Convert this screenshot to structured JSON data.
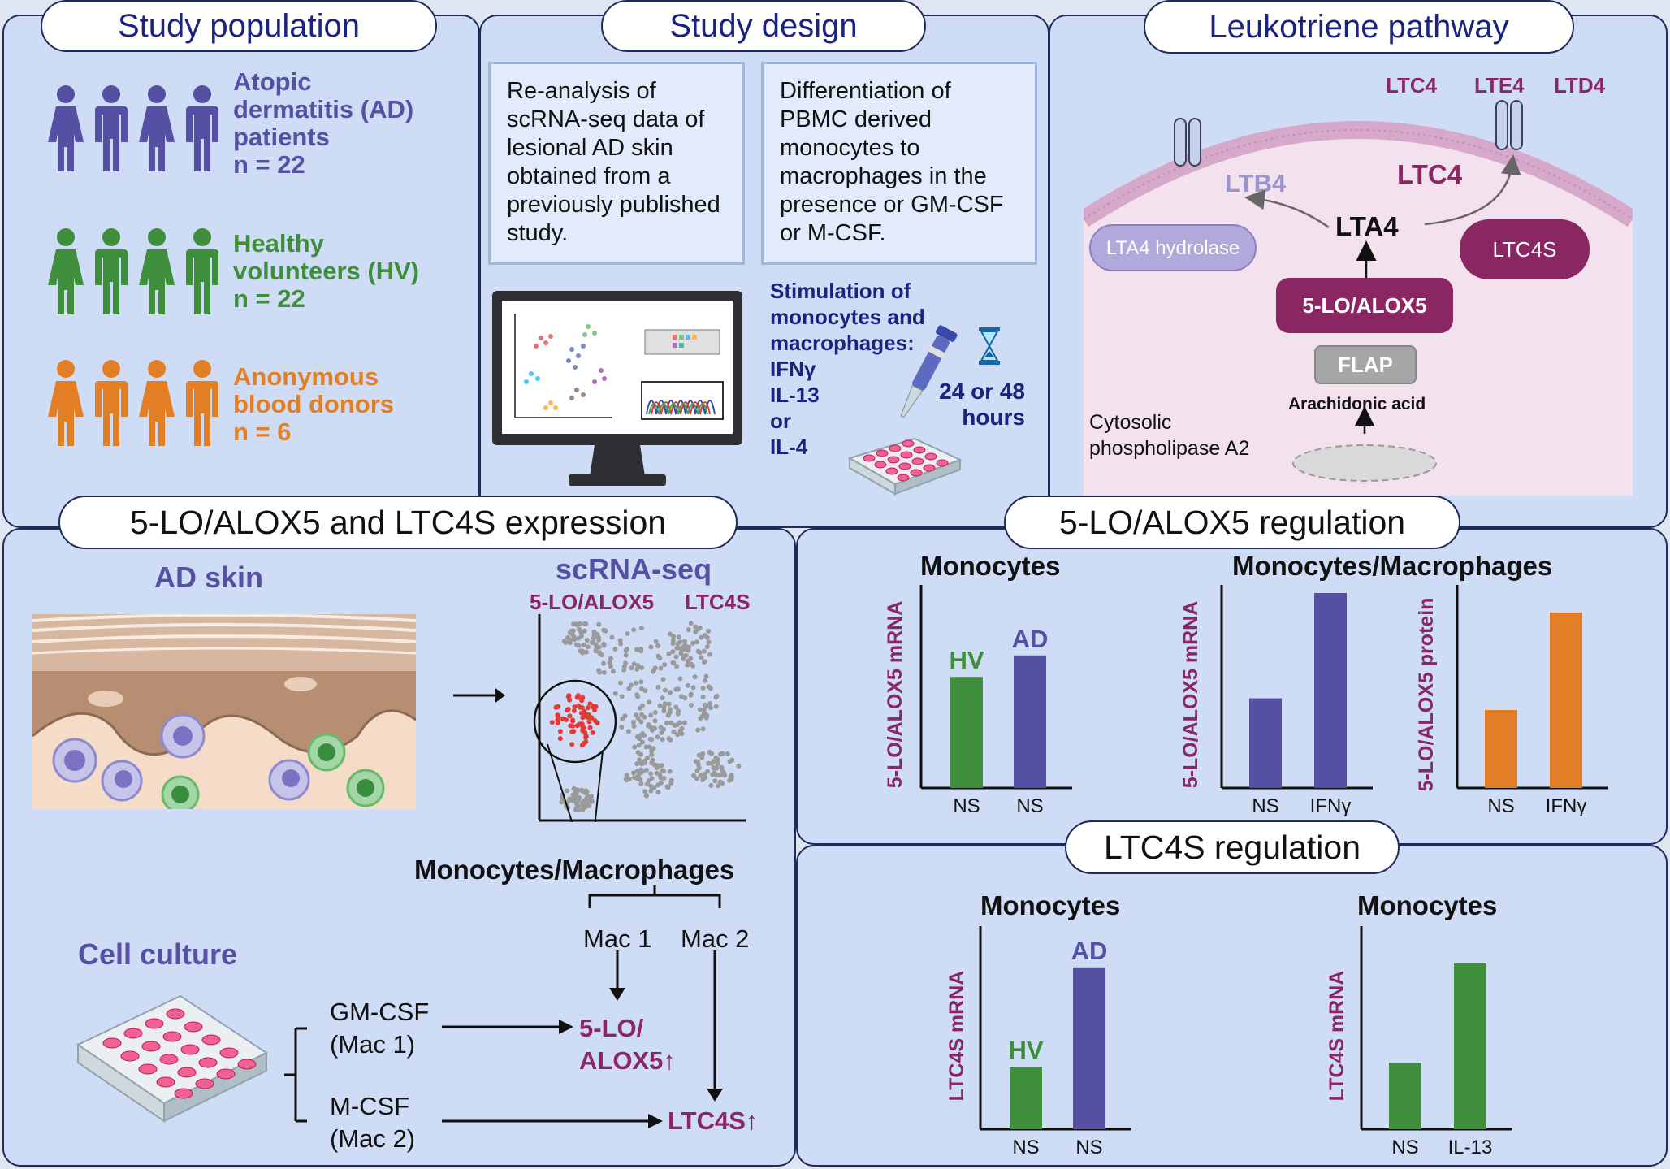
{
  "colors": {
    "ad_purple": "#5550a4",
    "hv_green": "#3e8e3b",
    "donor_orange": "#e27f24",
    "ltc_magenta": "#8a2763",
    "navy": "#1a237e"
  },
  "study_population": {
    "title": "Study population",
    "groups": [
      {
        "label_lines": [
          "Atopic",
          "dermatitis (AD)",
          "patients"
        ],
        "n": "n = 22"
      },
      {
        "label_lines": [
          "Healthy",
          "volunteers (HV)"
        ],
        "n": "n = 22"
      },
      {
        "label_lines": [
          "Anonymous",
          "blood donors"
        ],
        "n": "n = 6"
      }
    ]
  },
  "study_design": {
    "title": "Study design",
    "box1": "Re-analysis of scRNA-seq data of lesional AD skin obtained from a previously published study.",
    "box2": "Differentiation of PBMC derived monocytes to macrophages in the presence or GM-CSF or M-CSF.",
    "stim_lines": [
      "Stimulation of",
      "monocytes and",
      "macrophages:",
      "IFNγ",
      "IL-13",
      "or",
      "IL-4"
    ],
    "hours_lines": [
      "24 or 48",
      "hours"
    ]
  },
  "pathway": {
    "title": "Leukotriene pathway",
    "ltc4_top": "LTC4",
    "lte4": "LTE4",
    "ltd4": "LTD4",
    "ltb4": "LTB4",
    "ltc4": "LTC4",
    "lta4": "LTA4",
    "lta4_hydrolase": "LTA4 hydrolase",
    "ltc4s": "LTC4S",
    "alox5": "5-LO/ALOX5",
    "flap": "FLAP",
    "arachidonic": "Arachidonic acid",
    "cpla2_lines": [
      "Cytosolic",
      "phospholipase A2"
    ]
  },
  "expression": {
    "title": "5-LO/ALOX5 and LTC4S expression",
    "ad_skin": "AD skin",
    "scrna": "scRNA-seq",
    "alox5_label": "5-LO/ALOX5",
    "ltc4s_label": "LTC4S",
    "mono_mac": "Monocytes/Macrophages",
    "mac1": "Mac 1",
    "mac2": "Mac 2",
    "cell_culture": "Cell culture",
    "gmcsf_lines": [
      "GM-CSF",
      "(Mac 1)"
    ],
    "mcsf_lines": [
      "M-CSF",
      "(Mac 2)"
    ],
    "result_alox5_lines": [
      "5-LO/",
      "ALOX5↑"
    ],
    "result_ltc4s": "LTC4S↑"
  },
  "alox5_regulation": {
    "title": "5-LO/ALOX5 regulation",
    "chart_mono_title": "Monocytes",
    "chart_mm_title": "Monocytes/Macrophages"
  },
  "ltc4s_regulation": {
    "title": "LTC4S regulation"
  },
  "chart_data": [
    {
      "type": "bar",
      "title": "Monocytes",
      "ylabel": "5-LO/ALOX5 mRNA",
      "categories": [
        "NS",
        "NS"
      ],
      "bar_labels": [
        "HV",
        "AD"
      ],
      "values": [
        0.57,
        0.68
      ],
      "colors": [
        "#3e8e3b",
        "#5550a4"
      ]
    },
    {
      "type": "bar",
      "title": "Monocytes/Macrophages",
      "ylabel": "5-LO/ALOX5 mRNA",
      "categories": [
        "NS",
        "IFNγ"
      ],
      "values": [
        0.46,
        1.0
      ],
      "colors": [
        "#5550a4",
        "#5550a4"
      ]
    },
    {
      "type": "bar",
      "title": "",
      "ylabel": "5-LO/ALOX5 protein",
      "categories": [
        "NS",
        "IFNγ"
      ],
      "values": [
        0.4,
        0.9
      ],
      "colors": [
        "#e27f24",
        "#e27f24"
      ]
    },
    {
      "type": "bar",
      "title": "Monocytes",
      "ylabel": "LTC4S mRNA",
      "categories": [
        "NS",
        "NS"
      ],
      "bar_labels": [
        "HV",
        "AD"
      ],
      "values": [
        0.32,
        0.83
      ],
      "colors": [
        "#3e8e3b",
        "#5550a4"
      ]
    },
    {
      "type": "bar",
      "title": "Monocytes",
      "ylabel": "LTC4S mRNA",
      "categories": [
        "NS",
        "IL-13"
      ],
      "values": [
        0.34,
        0.85
      ],
      "colors": [
        "#3e8e3b",
        "#3e8e3b"
      ]
    }
  ]
}
